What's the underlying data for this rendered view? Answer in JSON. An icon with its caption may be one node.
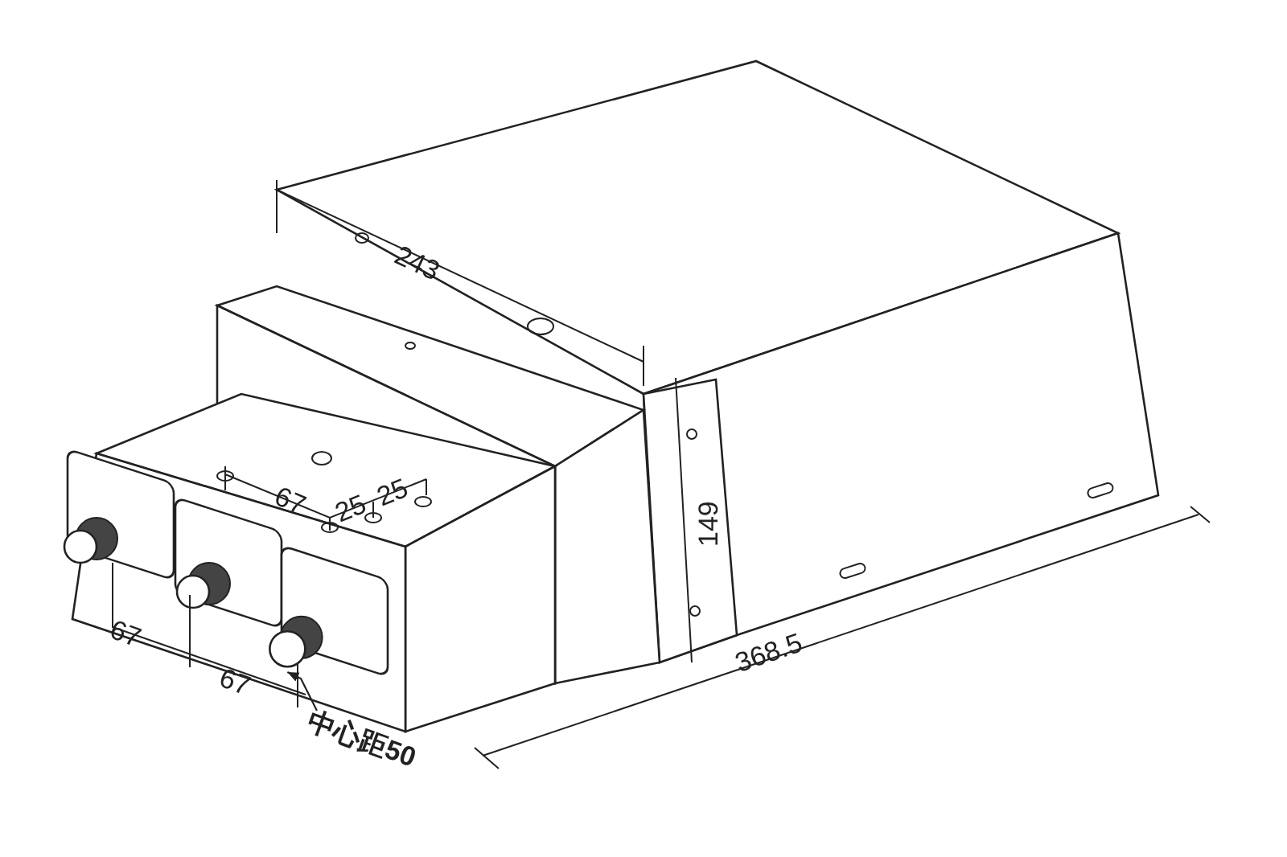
{
  "diagram": {
    "nodes": [
      {
        "text": [
          "中心距50"
        ]
      },
      {
        "text": [],
        "shape": "circle"
      }
    ],
    "edges": [
      {
        "from": 0,
        "to": 1,
        "arrow": "to"
      }
    ],
    "labels": [
      "243",
      "67",
      "25",
      "25",
      "149",
      "67",
      "67",
      "368.5"
    ]
  }
}
